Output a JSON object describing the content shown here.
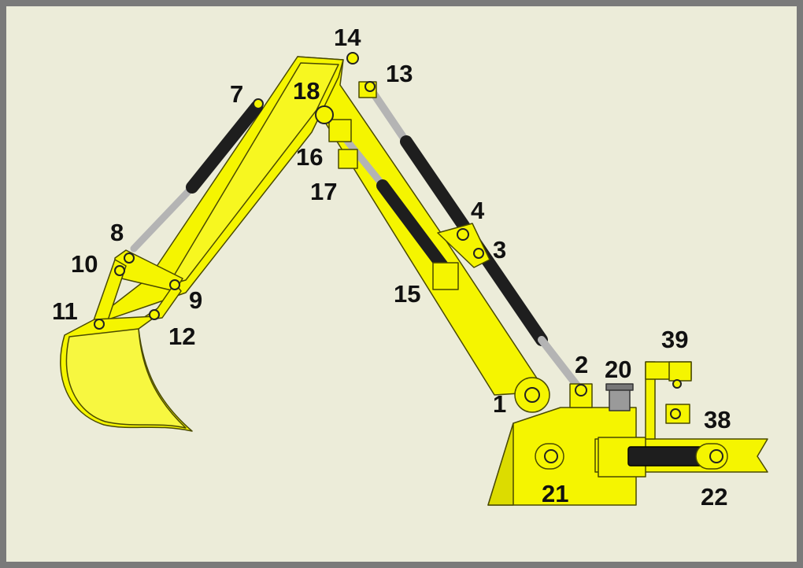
{
  "diagram": {
    "colors": {
      "background": "#ececd9",
      "frame": "#7a7a7a",
      "arm": "#f5f500",
      "arm_outline": "#4a4a00",
      "cylinder": "#1e1e1e",
      "rod": "#b4b4b4"
    },
    "labels": {
      "n1": "1",
      "n2": "2",
      "n3": "3",
      "n4": "4",
      "n7": "7",
      "n8": "8",
      "n9": "9",
      "n10": "10",
      "n11": "11",
      "n12": "12",
      "n13": "13",
      "n14": "14",
      "n15": "15",
      "n16": "16",
      "n17": "17",
      "n18": "18",
      "n20": "20",
      "n21": "21",
      "n22": "22",
      "n38": "38",
      "n39": "39"
    }
  }
}
